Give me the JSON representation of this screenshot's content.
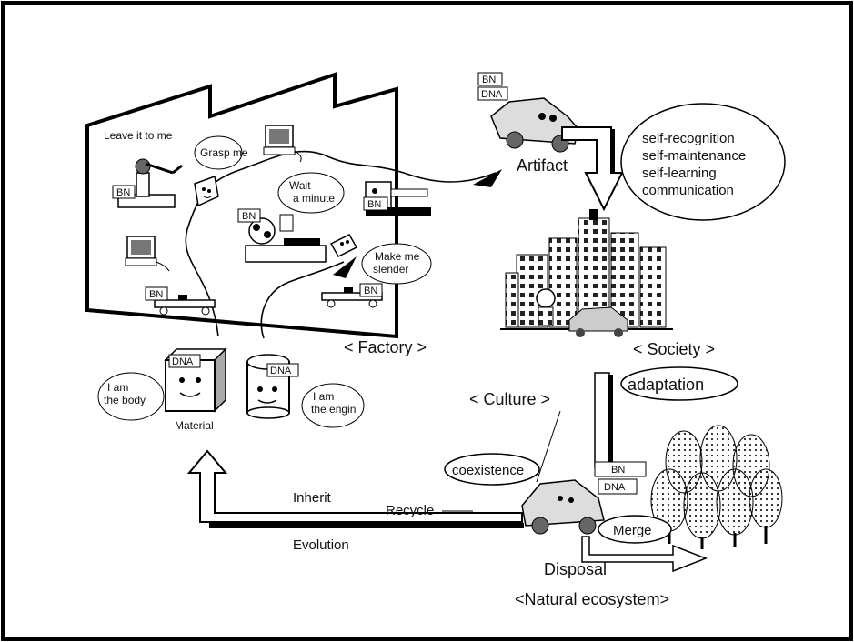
{
  "factory": {
    "label": "< Factory >",
    "speech": {
      "leave_it": "Leave it to me",
      "grasp": "Grasp me",
      "wait_1": "Wait",
      "wait_2": "a minute",
      "slender_1": "Make me",
      "slender_2": "slender"
    },
    "tags": {
      "bn": "BN"
    }
  },
  "artifact": {
    "label": "Artifact",
    "tags": {
      "bn": "BN",
      "dna": "DNA"
    },
    "abilities": [
      "self-recognition",
      "self-maintenance",
      "self-learning",
      "communication"
    ]
  },
  "society": {
    "label": "< Society >"
  },
  "culture": {
    "label": "< Culture >"
  },
  "ovals": {
    "adaptation": "adaptation",
    "coexistence": "coexistence",
    "merge": "Merge"
  },
  "material": {
    "label": "Material",
    "dna": "DNA",
    "body_1": "I am",
    "body_2": "the body",
    "engine_1": "I am",
    "engine_2": "the engin"
  },
  "disposal_car": {
    "bn": "BN",
    "dna": "DNA"
  },
  "flows": {
    "inherit": "Inherit",
    "recycle": "Recycle",
    "evolution": "Evolution",
    "disposal": "Disposal"
  },
  "ecosystem": {
    "label": "<Natural ecosystem>"
  }
}
